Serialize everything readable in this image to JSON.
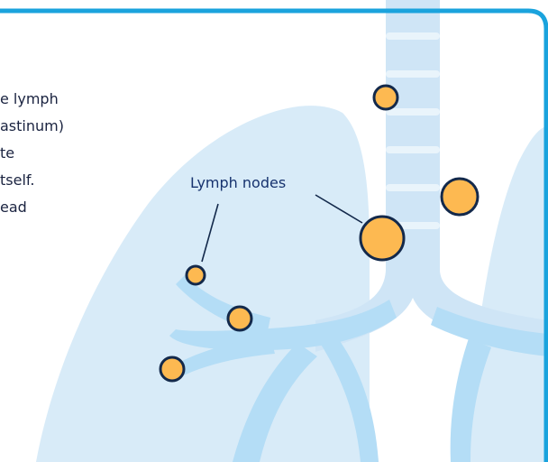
{
  "body_text": {
    "lines": [
      "e lymph",
      "astinum)",
      "te",
      "tself.",
      "ead"
    ]
  },
  "callout": {
    "label": "Lymph nodes"
  },
  "colors": {
    "frame_border": "#1aa3dd",
    "lung_fill": "#d8ebf8",
    "airway_fill": "#cfe5f6",
    "bronchi_fill": "#b4ddf6",
    "node_fill": "#fdb951",
    "node_stroke": "#13294b",
    "text": "#1a2340",
    "label": "#16326e"
  }
}
